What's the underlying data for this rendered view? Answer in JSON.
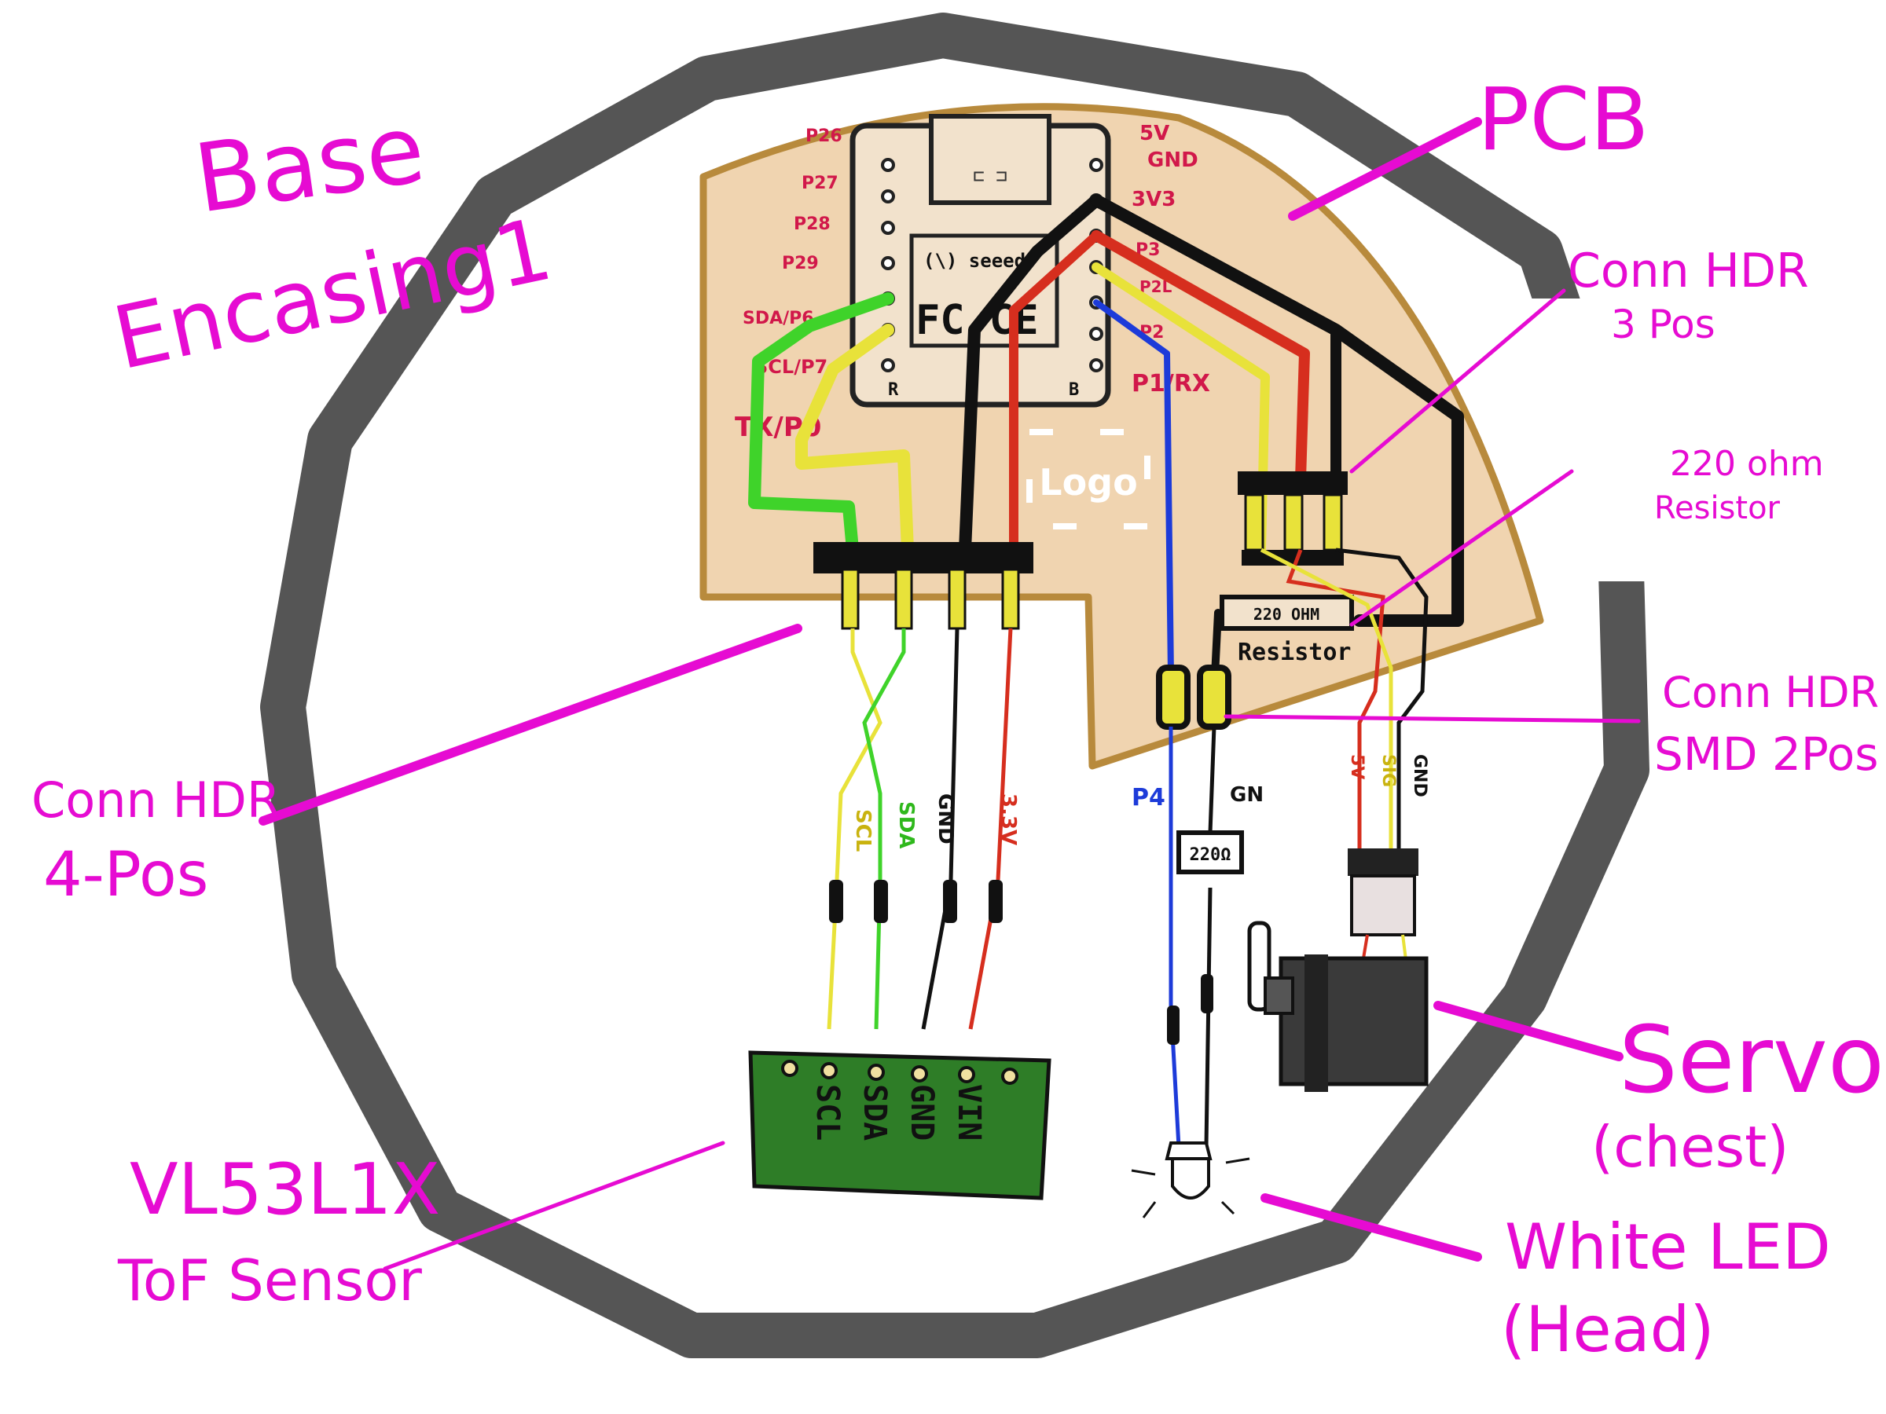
{
  "labels": {
    "base_encasing_1": "Base",
    "base_encasing_2": "Encasing1",
    "pcb": "PCB",
    "conn_hdr_3pos_1": "Conn HDR",
    "conn_hdr_3pos_2": "3 Pos",
    "resistor_220_1": "220 ohm",
    "resistor_220_2": "Resistor",
    "conn_hdr_smd_1": "Conn HDR",
    "conn_hdr_smd_2": "SMD 2Pos",
    "conn_hdr_4pos_1": "Conn HDR",
    "conn_hdr_4pos_2": "4-Pos",
    "servo_1": "Servo",
    "servo_2": "(chest)",
    "white_led_1": "White LED",
    "white_led_2": "(Head)",
    "tof_1": "VL53L1X",
    "tof_2": "ToF Sensor"
  },
  "board": {
    "left_pins": [
      "P26",
      "P27",
      "P28",
      "P29",
      "SDA/P6",
      "SCL/P7",
      "TX/P0"
    ],
    "right_pins": [
      "5V",
      "GND",
      "3V3",
      "P3",
      "P2L",
      "P2",
      "P1/RX"
    ],
    "brand": "(\\) seeed",
    "cert": "FC CE",
    "side_r": "R",
    "side_b": "B",
    "logo": "Logo",
    "resistor_text": "220 OHM",
    "resistor_label": "Resistor"
  },
  "wires": {
    "scl": "SCL",
    "sda": "SDA",
    "gnd": "GND",
    "v33": "3.3V",
    "p4": "P4",
    "gn": "GN",
    "sig": "SIG",
    "v5": "5V",
    "gnd2": "GND",
    "res_small": "220Ω"
  },
  "sensor": {
    "pins": [
      "SCL",
      "SDA",
      "GND",
      "VIN"
    ]
  },
  "colors": {
    "magenta": "#e60bd2",
    "pcb_fill": "#f0d4b0",
    "pcb_edge": "#b88a3c",
    "ring": "#555555",
    "green": "#3fd32a",
    "yellow": "#e8e23a",
    "red": "#d62e1e",
    "blue": "#1d3bd9",
    "sensor_board": "#2e7d27"
  }
}
